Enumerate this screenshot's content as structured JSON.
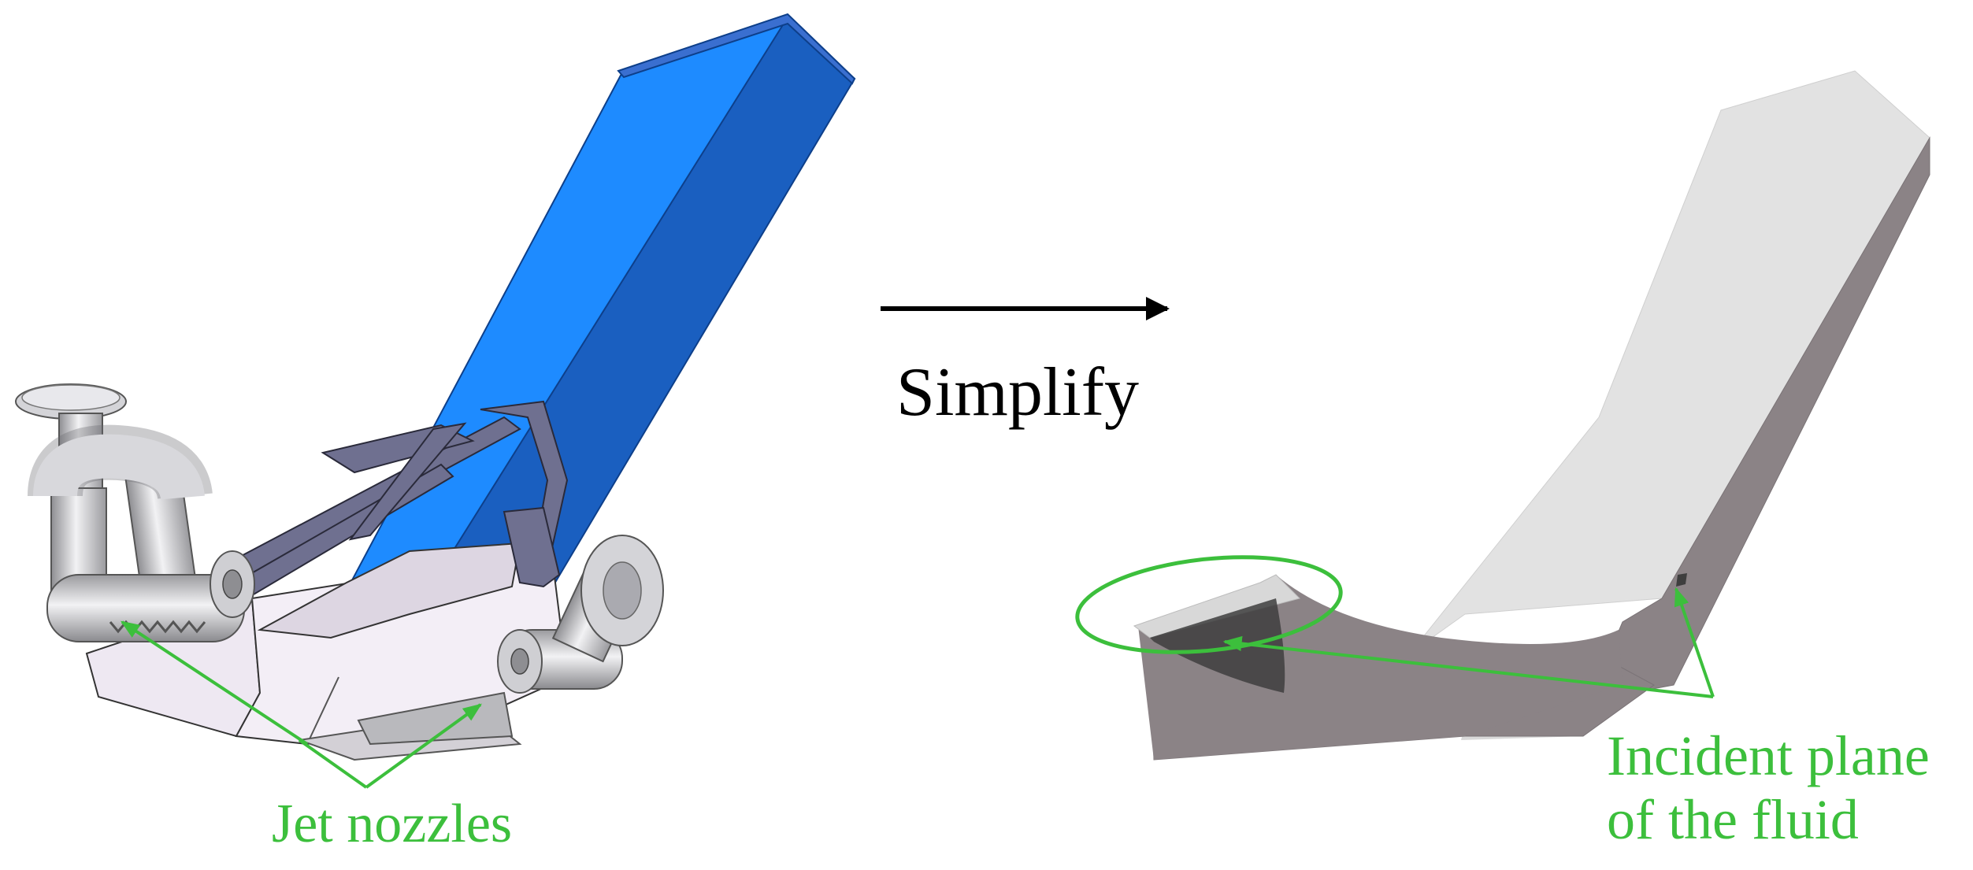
{
  "labels": {
    "simplify": "Simplify",
    "jet_nozzles": "Jet nozzles",
    "incident_line1": "Incident plane",
    "incident_line2": "of the fluid"
  },
  "colors": {
    "annotation": "#3cbf3c",
    "blue_light": "#1e8bff",
    "blue_dark": "#1a5fc0",
    "gray_light": "#e3e3e3",
    "gray_dark": "#8c8486",
    "pipe": "#c9c9cb",
    "frame": "#70708a",
    "box": "#f1ecf4"
  }
}
